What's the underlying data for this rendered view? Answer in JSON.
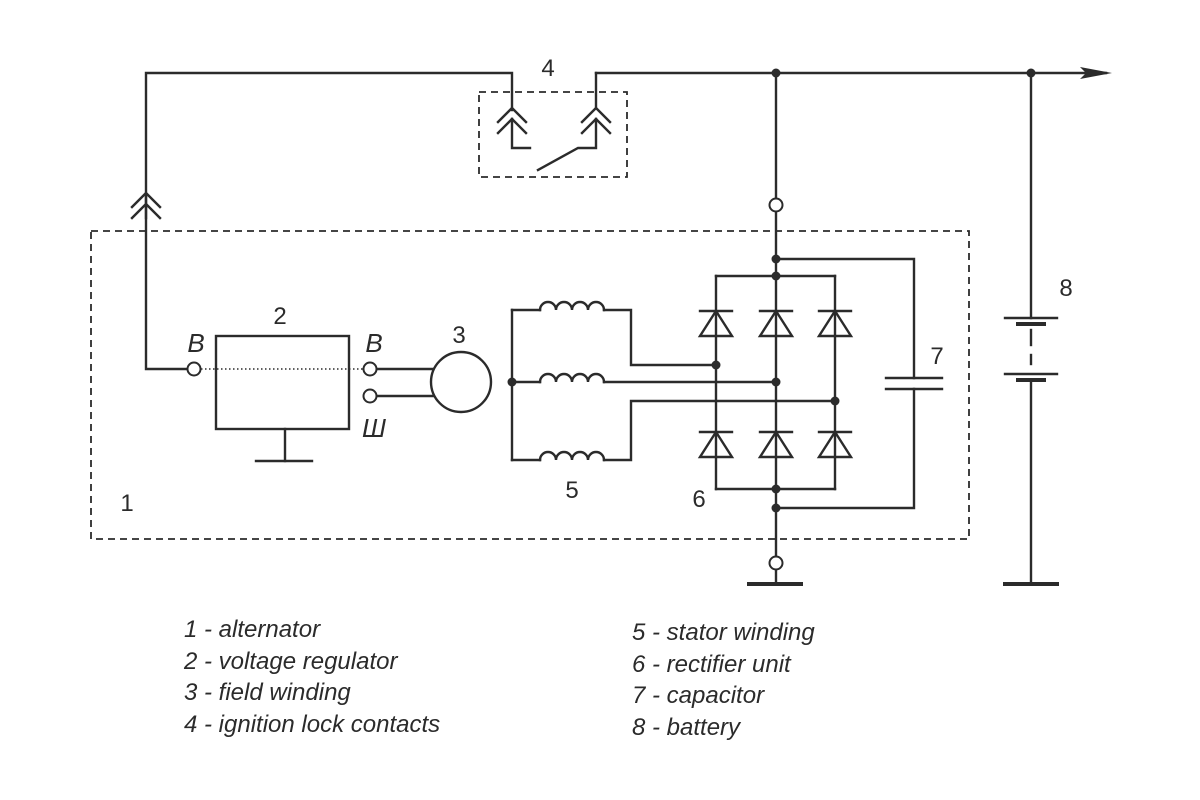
{
  "labels": {
    "n1": "1",
    "n2": "2",
    "n3": "3",
    "n4": "4",
    "n5": "5",
    "n6": "6",
    "n7": "7",
    "n8": "8"
  },
  "terminals": {
    "b_left": "В",
    "b_right": "В",
    "sh": "Ш"
  },
  "legend_left": [
    "1 - alternator",
    "2 - voltage regulator",
    "3 - field winding",
    "4 - ignition lock contacts"
  ],
  "legend_right": [
    "5 - stator winding",
    "6 - rectifier unit",
    "7 - capacitor",
    "8 - battery"
  ],
  "colors": {
    "line": "#2b2b2b",
    "background": "#ffffff"
  }
}
